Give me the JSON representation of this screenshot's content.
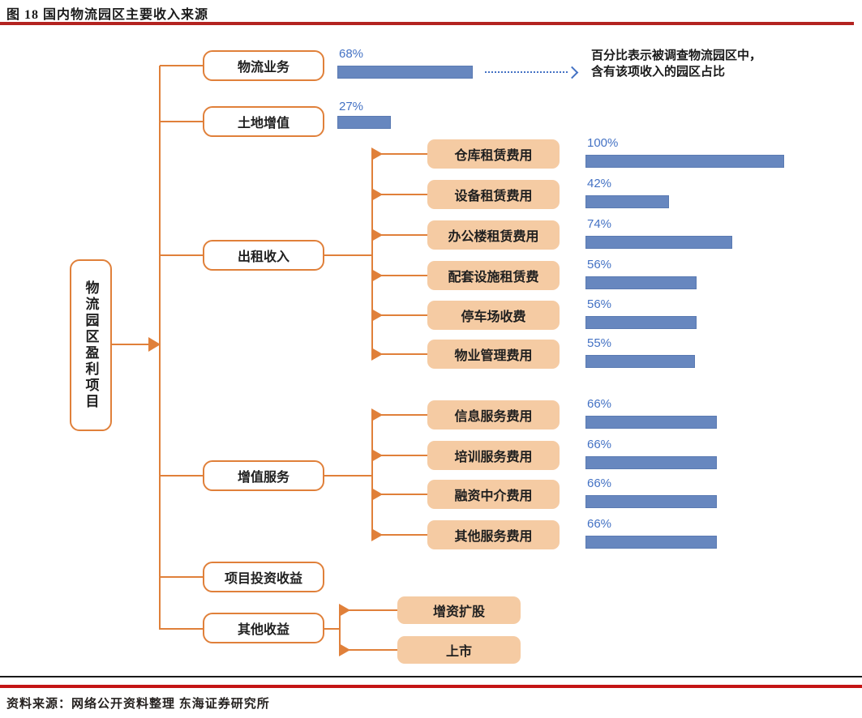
{
  "figure": {
    "title": "图 18 国内物流园区主要收入来源"
  },
  "footer": {
    "source": "资料来源：网络公开资料整理 东海证券研究所"
  },
  "annotation": {
    "line1": "百分比表示被调查物流园区中，",
    "line2": "含有该项收入的园区占比"
  },
  "root": {
    "label": "物流园区盈利项目"
  },
  "branches": [
    {
      "label": "物流业务",
      "pct": "68%",
      "value": 68
    },
    {
      "label": "土地增值",
      "pct": "27%",
      "value": 27
    },
    {
      "label": "出租收入",
      "children": [
        {
          "label": "仓库租赁费用",
          "pct": "100%",
          "value": 100
        },
        {
          "label": "设备租赁费用",
          "pct": "42%",
          "value": 42
        },
        {
          "label": "办公楼租赁费用",
          "pct": "74%",
          "value": 74
        },
        {
          "label": "配套设施租赁费",
          "pct": "56%",
          "value": 56
        },
        {
          "label": "停车场收费",
          "pct": "56%",
          "value": 56
        },
        {
          "label": "物业管理费用",
          "pct": "55%",
          "value": 55
        }
      ]
    },
    {
      "label": "增值服务",
      "children": [
        {
          "label": "信息服务费用",
          "pct": "66%",
          "value": 66
        },
        {
          "label": "培训服务费用",
          "pct": "66%",
          "value": 66
        },
        {
          "label": "融资中介费用",
          "pct": "66%",
          "value": 66
        },
        {
          "label": "其他服务费用",
          "pct": "66%",
          "value": 66
        }
      ]
    },
    {
      "label": "项目投资收益"
    },
    {
      "label": "其他收益",
      "children": [
        {
          "label": "增资扩股"
        },
        {
          "label": "上市"
        }
      ]
    }
  ],
  "colors": {
    "accent_orange": "#E0803A",
    "peach_fill": "#F5CBA3",
    "bar_blue": "#6787BF",
    "percent_blue": "#4472C4",
    "rule_red": "#B32320",
    "rule_black": "#1a1a1a"
  },
  "chart_data": {
    "type": "bar",
    "title": "国内物流园区主要收入来源",
    "categories": [
      "物流业务",
      "土地增值",
      "仓库租赁费用",
      "设备租赁费用",
      "办公楼租赁费用",
      "配套设施租赁费",
      "停车场收费",
      "物业管理费用",
      "信息服务费用",
      "培训服务费用",
      "融资中介费用",
      "其他服务费用"
    ],
    "values": [
      68,
      27,
      100,
      42,
      74,
      56,
      56,
      55,
      66,
      66,
      66,
      66
    ],
    "unit": "%",
    "xlim": [
      0,
      100
    ],
    "note": "百分比表示被调查物流园区中，含有该项收入的园区占比"
  }
}
